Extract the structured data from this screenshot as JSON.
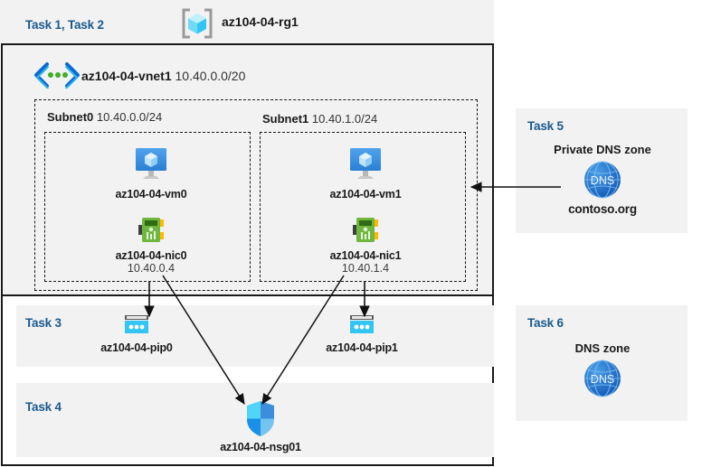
{
  "diagram": {
    "title_bar": {
      "task_label": "Task 1, Task 2",
      "resource_group_name": "az104-04-rg1",
      "resource_group_icon": "resource-group-cube-icon"
    },
    "vnet": {
      "name": "az104-04-vnet1",
      "address_space": "10.40.0.0/20",
      "icon": "virtual-network-icon"
    },
    "subnets": [
      {
        "name": "Subnet0",
        "prefix": "10.40.0.0/24"
      },
      {
        "name": "Subnet1",
        "prefix": "10.40.1.0/24"
      }
    ],
    "vms": [
      {
        "name": "az104-04-vm0",
        "icon": "virtual-machine-icon"
      },
      {
        "name": "az104-04-vm1",
        "icon": "virtual-machine-icon"
      }
    ],
    "nics": [
      {
        "name": "az104-04-nic0",
        "ip": "10.40.0.4",
        "icon": "network-interface-icon"
      },
      {
        "name": "az104-04-nic1",
        "ip": "10.40.1.4",
        "icon": "network-interface-icon"
      }
    ],
    "public_ips": [
      {
        "task": "Task 3",
        "name": "az104-04-pip0",
        "icon": "public-ip-address-icon"
      },
      {
        "name": "az104-04-pip1",
        "icon": "public-ip-address-icon"
      }
    ],
    "nsg": {
      "task": "Task 4",
      "name": "az104-04-nsg01",
      "icon": "network-security-group-shield-icon"
    },
    "private_dns_zone": {
      "task": "Task 5",
      "title": "Private DNS zone",
      "name": "contoso.org",
      "icon": "dns-globe-icon",
      "icon_text": "DNS"
    },
    "dns_zone": {
      "task": "Task 6",
      "title": "DNS zone",
      "icon": "dns-globe-icon",
      "icon_text": "DNS"
    }
  },
  "colors": {
    "panel_bg": "#f2f2f2",
    "task_label": "#1b5a8e",
    "border": "#1a1a1a",
    "azure_blue": "#0078d4",
    "cyan": "#32c5f4",
    "nic_green": "#6fb73f",
    "dns_blue": "#1f72c8"
  }
}
